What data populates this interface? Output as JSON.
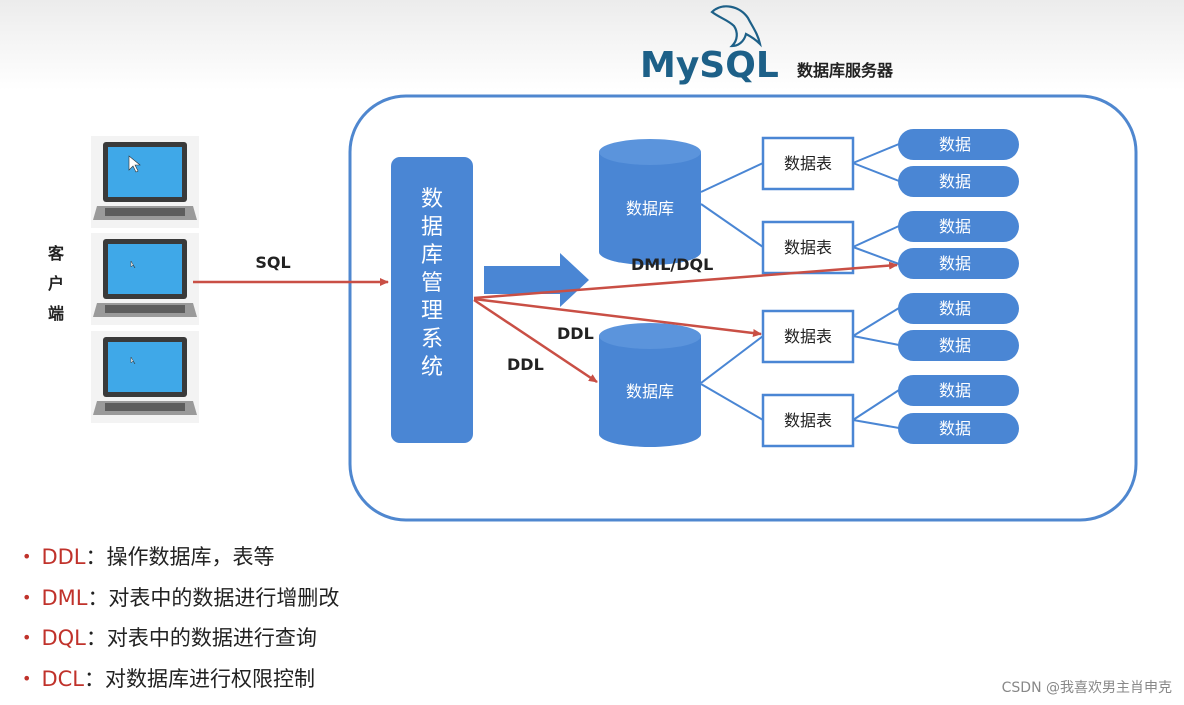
{
  "header": {
    "logo_text": "MySQL",
    "server_label": "数据库服务器"
  },
  "client": {
    "label_chars": [
      "客",
      "户",
      "端"
    ],
    "computer_count": 3
  },
  "arrows": {
    "sql_label": "SQL",
    "dml_dql_label": "DML/DQL",
    "ddl_label_upper": "DDL",
    "ddl_label_lower": "DDL"
  },
  "dbms": {
    "label_chars": [
      "数",
      "据",
      "库",
      "管",
      "理",
      "系",
      "统"
    ]
  },
  "databases": [
    {
      "label": "数据库",
      "tables": [
        {
          "label": "数据表",
          "data": [
            "数据",
            "数据"
          ]
        },
        {
          "label": "数据表",
          "data": [
            "数据",
            "数据"
          ]
        }
      ]
    },
    {
      "label": "数据库",
      "tables": [
        {
          "label": "数据表",
          "data": [
            "数据",
            "数据"
          ]
        },
        {
          "label": "数据表",
          "data": [
            "数据",
            "数据"
          ]
        }
      ]
    }
  ],
  "bullets": [
    {
      "term": "DDL",
      "desc": "：操作数据库，表等"
    },
    {
      "term": "DML",
      "desc": "：对表中的数据进行增删改"
    },
    {
      "term": "DQL",
      "desc": "：对表中的数据进行查询"
    },
    {
      "term": "DCL",
      "desc": "：对数据库进行权限控制"
    }
  ],
  "watermark": "CSDN @我喜欢男主肖申克",
  "colors": {
    "accent_blue": "#4a86d4",
    "arrow_red": "#c94f45",
    "border_blue": "#4f87cf",
    "mysql_blue": "#1d6088",
    "mysql_orange": "#e48e00",
    "bullet_red": "#c0322b"
  }
}
